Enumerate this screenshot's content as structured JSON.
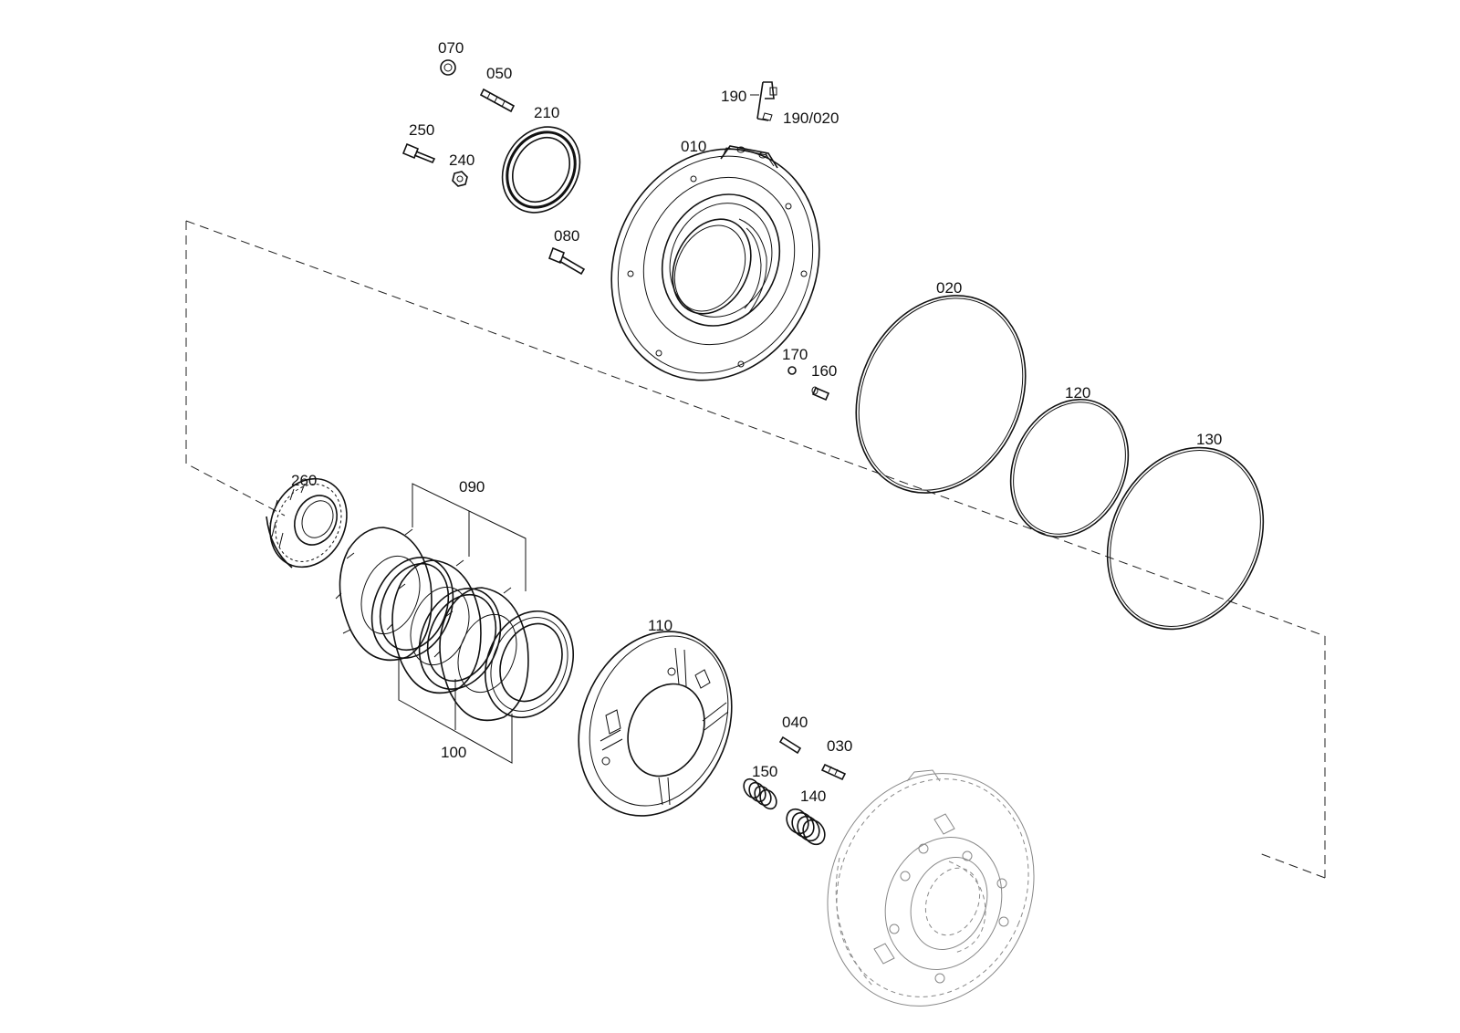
{
  "labels": {
    "l010": "010",
    "l020": "020",
    "l030": "030",
    "l040": "040",
    "l050": "050",
    "l070": "070",
    "l080": "080",
    "l090": "090",
    "l100": "100",
    "l110": "110",
    "l120": "120",
    "l130": "130",
    "l140": "140",
    "l150": "150",
    "l160": "160",
    "l170": "170",
    "l190": "190",
    "l190020": "190/020",
    "l210": "210",
    "l240": "240",
    "l250": "250",
    "l260": "260"
  }
}
